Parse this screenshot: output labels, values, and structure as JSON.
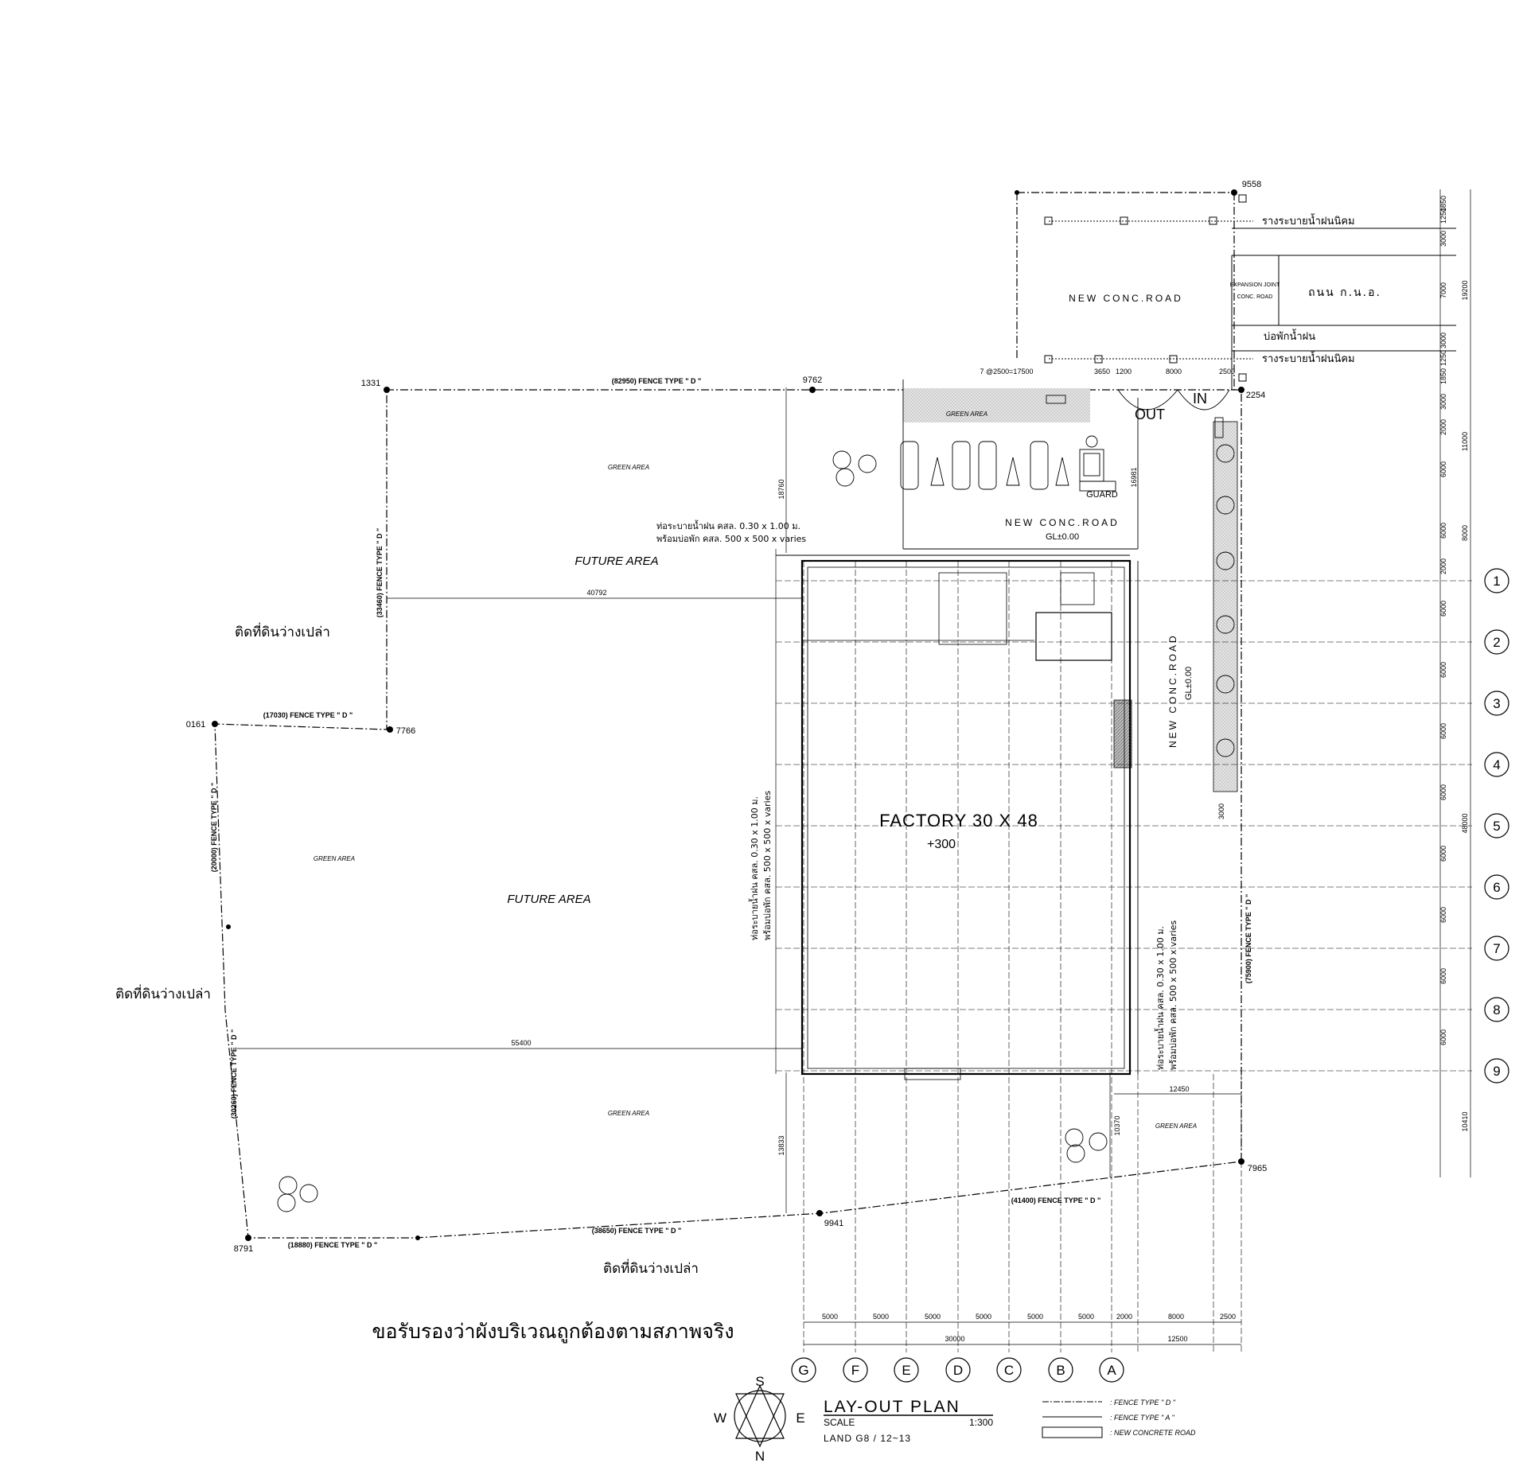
{
  "plan": {
    "factory_label": "FACTORY 30 X 48",
    "factory_level": "+300",
    "future_area": "FUTURE AREA",
    "green_area": "GREEN AREA",
    "guard": "GUARD",
    "out": "OUT",
    "in": "IN",
    "new_conc_road": "NEW CONC.ROAD",
    "new_conc_road_side": "NEW CONC.ROAD",
    "gl": "GL±0.00",
    "expansion_joint": "EXPANSION JOINT",
    "conc_road": "CONC. ROAD",
    "road_name": "ถนน ก.น.อ.",
    "drain_channel": "รางระบายน้ำฝนนิคม",
    "rain_sump": "บ่อพักน้ำฝน",
    "pipe_line1": "ท่อระบายน้ำฝน คสล. 0.30 x 1.00 ม.",
    "pipe_line2": "พร้อมบ่อพัก คสล. 500 x 500 x varies",
    "adjacent_land": "ติดที่ดินว่างเปล่า",
    "certify": "ขอรับรองว่าผังบริเวณถูกต้องตามสภาพจริง"
  },
  "points": [
    {
      "id": "1331"
    },
    {
      "id": "9762"
    },
    {
      "id": "9558"
    },
    {
      "id": "2254"
    },
    {
      "id": "0161"
    },
    {
      "id": "7766"
    },
    {
      "id": "8791"
    },
    {
      "id": "9941"
    },
    {
      "id": "7965"
    }
  ],
  "fences": {
    "top": "(82950) FENCE TYPE \" D \"",
    "left_upper": "(33460) FENCE TYPE \" D \"",
    "mid": "(17030) FENCE TYPE \" D \"",
    "left_mid": "(20000) FENCE TYPE \" D \"",
    "left_low": "(30260) FENCE TYPE \" D \"",
    "bottom_left": "(18880) FENCE TYPE \" D \"",
    "bottom_mid": "(38650) FENCE TYPE \" D \"",
    "bottom_right": "(41400) FENCE TYPE \" D \"",
    "right": "(75900) FENCE TYPE \" D \""
  },
  "dims": {
    "top_row": [
      "7 @2500=17500",
      "3650",
      "1200",
      "8000",
      "2500"
    ],
    "d40792": "40792",
    "d55400": "55400",
    "d18760": "18760",
    "d16981": "16981",
    "d13833": "13833",
    "d10370": "10370",
    "d12450": "12450",
    "d3000": "3000",
    "right_col": [
      "1850",
      "1250",
      "3000",
      "7000",
      "3000",
      "1250",
      "1850",
      "3000",
      "2000",
      "6000",
      "6000",
      "2000",
      "6000",
      "6000",
      "6000",
      "6000",
      "6000",
      "6000",
      "6000",
      "6000"
    ],
    "right_total": [
      "19200",
      "11000",
      "8000",
      "48000",
      "10410"
    ],
    "bottom_bays": [
      "5000",
      "5000",
      "5000",
      "5000",
      "5000",
      "5000",
      "2000",
      "8000",
      "2500"
    ],
    "bottom_total_left": "30000",
    "bottom_total_right": "12500"
  },
  "grid_rows": [
    "1",
    "2",
    "3",
    "4",
    "5",
    "6",
    "7",
    "8",
    "9"
  ],
  "grid_cols": [
    "G",
    "F",
    "E",
    "D",
    "C",
    "B",
    "A"
  ],
  "compass": {
    "n": "N",
    "s": "S",
    "e": "E",
    "w": "W"
  },
  "title_block": {
    "title": "LAY-OUT PLAN",
    "scale_label": "SCALE",
    "scale_value": "1:300",
    "land": "LAND G8 / 12~13"
  },
  "legend": [
    {
      "label": ": FENCE TYPE \" D \""
    },
    {
      "label": ": FENCE TYPE \" A \""
    },
    {
      "label": ": NEW CONCRETE ROAD"
    }
  ]
}
